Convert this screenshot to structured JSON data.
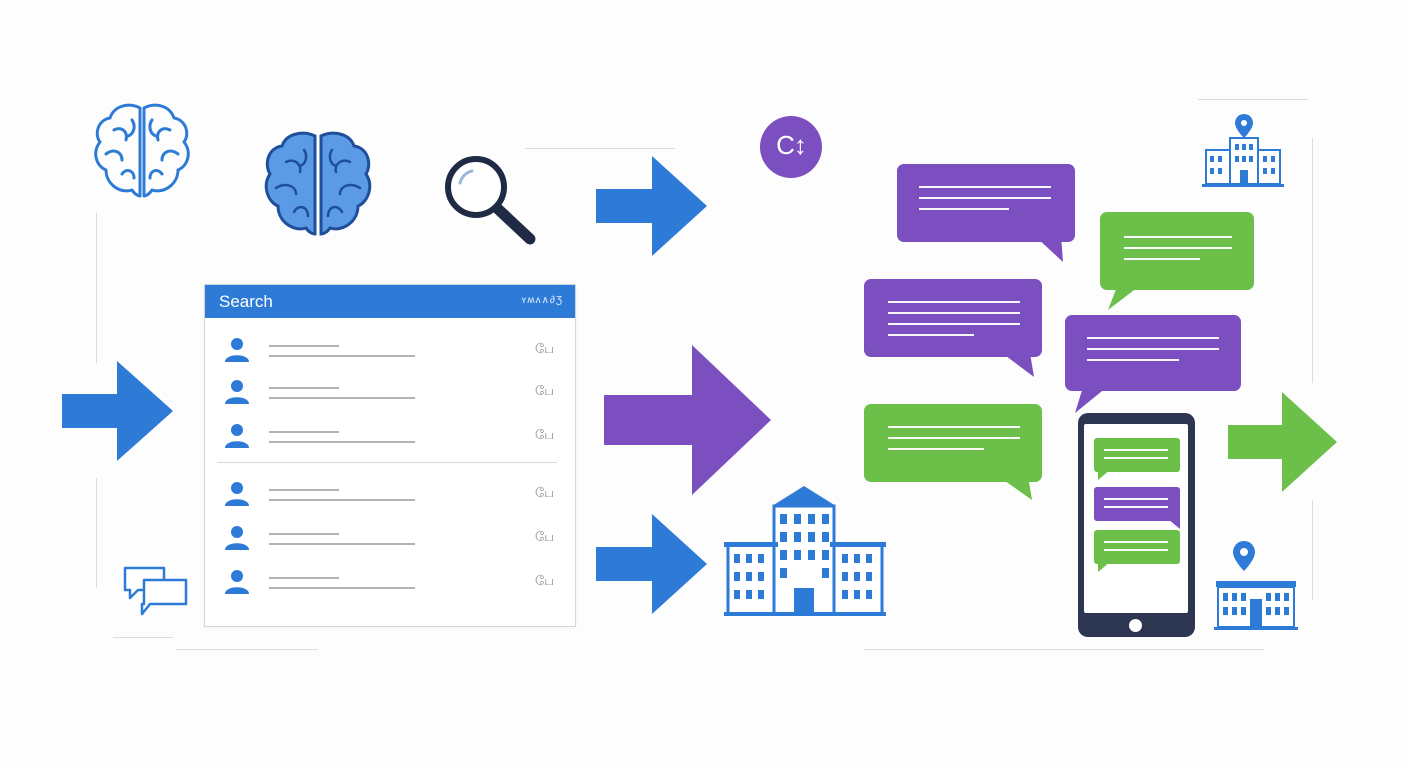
{
  "colors": {
    "blue": "#2d7bd6",
    "purple": "#7b4fc0",
    "green": "#6cc04a",
    "dark": "#1f2a44",
    "gray_line": "#b3b3b3"
  },
  "search_panel": {
    "title": "Search",
    "meta": "ʏʍʌ∧∂Ʒ",
    "results": [
      {
        "icon": "user-icon",
        "action_glyphs": "பே"
      },
      {
        "icon": "user-icon",
        "action_glyphs": "பே"
      },
      {
        "icon": "user-icon",
        "action_glyphs": "பே"
      },
      {
        "icon": "user-icon",
        "action_glyphs": "பே"
      },
      {
        "icon": "user-icon",
        "action_glyphs": "பே"
      },
      {
        "icon": "user-icon",
        "action_glyphs": "பே"
      }
    ]
  },
  "badge": {
    "text": "C↕"
  },
  "icons": [
    "brain-outline-icon",
    "brain-filled-icon",
    "magnifier-icon",
    "chat-bubbles-icon",
    "building-icon",
    "building-pin-icon",
    "smartphone-icon"
  ]
}
